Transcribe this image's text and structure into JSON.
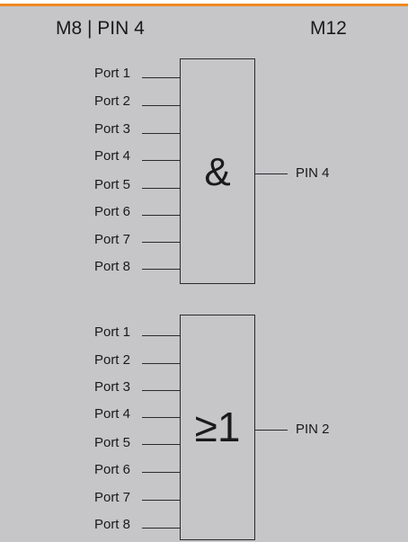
{
  "header": {
    "left": "M8 | PIN 4",
    "right": "M12"
  },
  "colors": {
    "background": "#c6c6c9",
    "accent_bar": "#f08a24",
    "line": "#2a2a2a"
  },
  "gates": [
    {
      "symbol": "&",
      "inputs": [
        "Port 1",
        "Port 2",
        "Port 3",
        "Port 4",
        "Port 5",
        "Port 6",
        "Port 7",
        "Port 8"
      ],
      "output": "PIN 4"
    },
    {
      "symbol": "≥1",
      "inputs": [
        "Port 1",
        "Port 2",
        "Port 3",
        "Port 4",
        "Port 5",
        "Port 6",
        "Port 7",
        "Port 8"
      ],
      "output": "PIN 2"
    }
  ]
}
